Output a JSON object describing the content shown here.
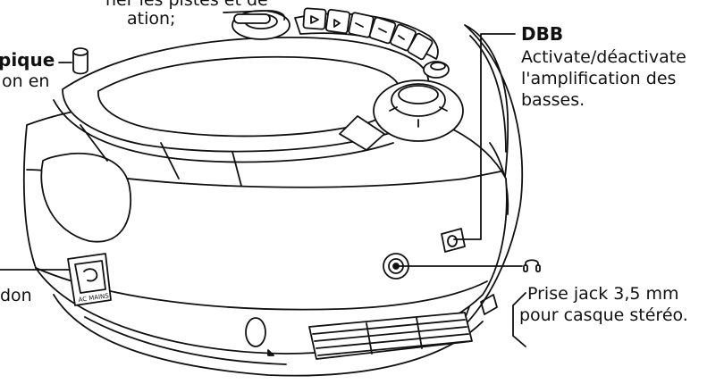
{
  "labels": {
    "top_left_line1": "ner les pistes et de",
    "top_left_line2": "ation;",
    "optical_title": "pique",
    "optical_desc": "on en",
    "mains_desc": "don",
    "ac_mains_mark": "AC MAINS",
    "dbb_title": "DBB",
    "dbb_desc_line1": "Activate/déactivate",
    "dbb_desc_line2": "l'amplification des",
    "dbb_desc_line3": "basses.",
    "headphone_line1": "Prise jack 3,5 mm",
    "headphone_line2": "pour casque stéréo."
  },
  "icons": {
    "headphones": "headphones-icon",
    "power_socket": "ac-mains-socket-icon"
  },
  "colors": {
    "line": "#111111",
    "background": "#ffffff"
  }
}
